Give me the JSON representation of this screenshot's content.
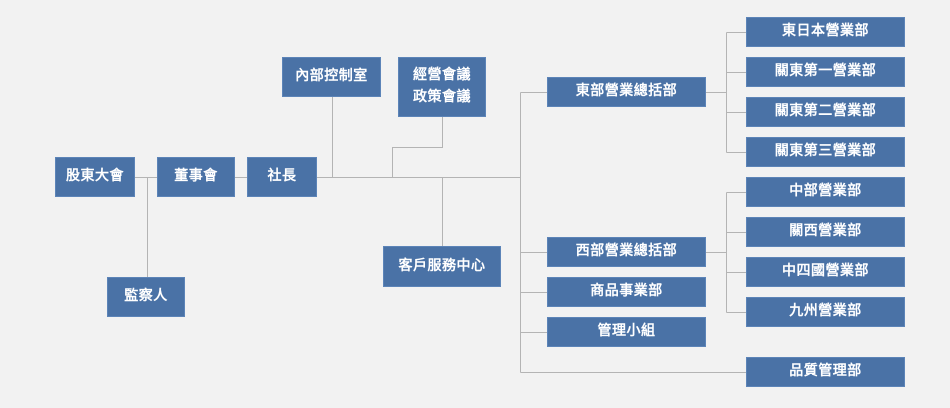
{
  "colors": {
    "box": "#4a72a6",
    "box_border": "#5c84b8",
    "line": "#b4b4b4",
    "background": "#f2f2f2",
    "text": "#ffffff"
  },
  "nodes": {
    "shareholders_meeting": "股東大會",
    "board_of_directors": "董事會",
    "president": "社長",
    "auditor": "監察人",
    "internal_control_office": "內部控制室",
    "management_meeting": [
      "經營會議",
      "政策會議"
    ],
    "customer_service_center": "客戶服務中心",
    "east_sales_headquarters": "東部營業總括部",
    "west_sales_headquarters": "西部營業總括部",
    "product_business_division": "商品事業部",
    "management_group": "管理小組",
    "east_divisions": [
      "東日本營業部",
      "關東第一營業部",
      "關東第二營業部",
      "關東第三營業部"
    ],
    "west_divisions": [
      "中部營業部",
      "關西營業部",
      "中四國營業部",
      "九州營業部"
    ],
    "quality_control": "品質管理部"
  }
}
